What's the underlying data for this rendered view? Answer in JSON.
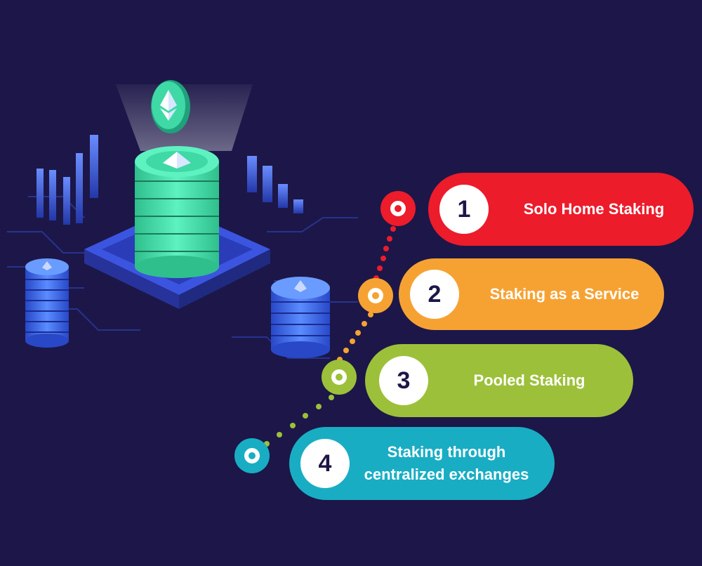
{
  "steps": [
    {
      "number": "1",
      "label": "Solo Home Staking",
      "color": "#ec1c2b"
    },
    {
      "number": "2",
      "label": "Staking as a Service",
      "color": "#f6a233"
    },
    {
      "number": "3",
      "label": "Pooled Staking",
      "color": "#9dc03a"
    },
    {
      "number": "4",
      "label": "Staking through\ncentralized exchanges",
      "color": "#19adc4"
    }
  ],
  "illustration": {
    "icon": "ethereum-icon",
    "description_items": [
      "ethereum-coin-stack-icon",
      "bar-chart-icon",
      "circuit-platform-icon"
    ],
    "colors": {
      "background": "#1c1748",
      "accent": "#3ee6a8",
      "blue": "#3a5cf0"
    }
  }
}
